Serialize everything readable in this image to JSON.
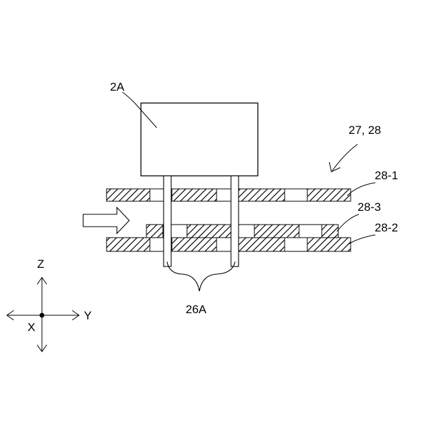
{
  "labels": {
    "component": "2A",
    "assembly": "27, 28",
    "layer_top": "28-1",
    "layer_middle": "28-3",
    "layer_bottom": "28-2",
    "probes": "26A"
  },
  "axes": {
    "z": "Z",
    "y": "Y",
    "x": "X"
  },
  "icons": [
    "arrow-icon",
    "axis-arrow-icon",
    "brace-icon"
  ]
}
